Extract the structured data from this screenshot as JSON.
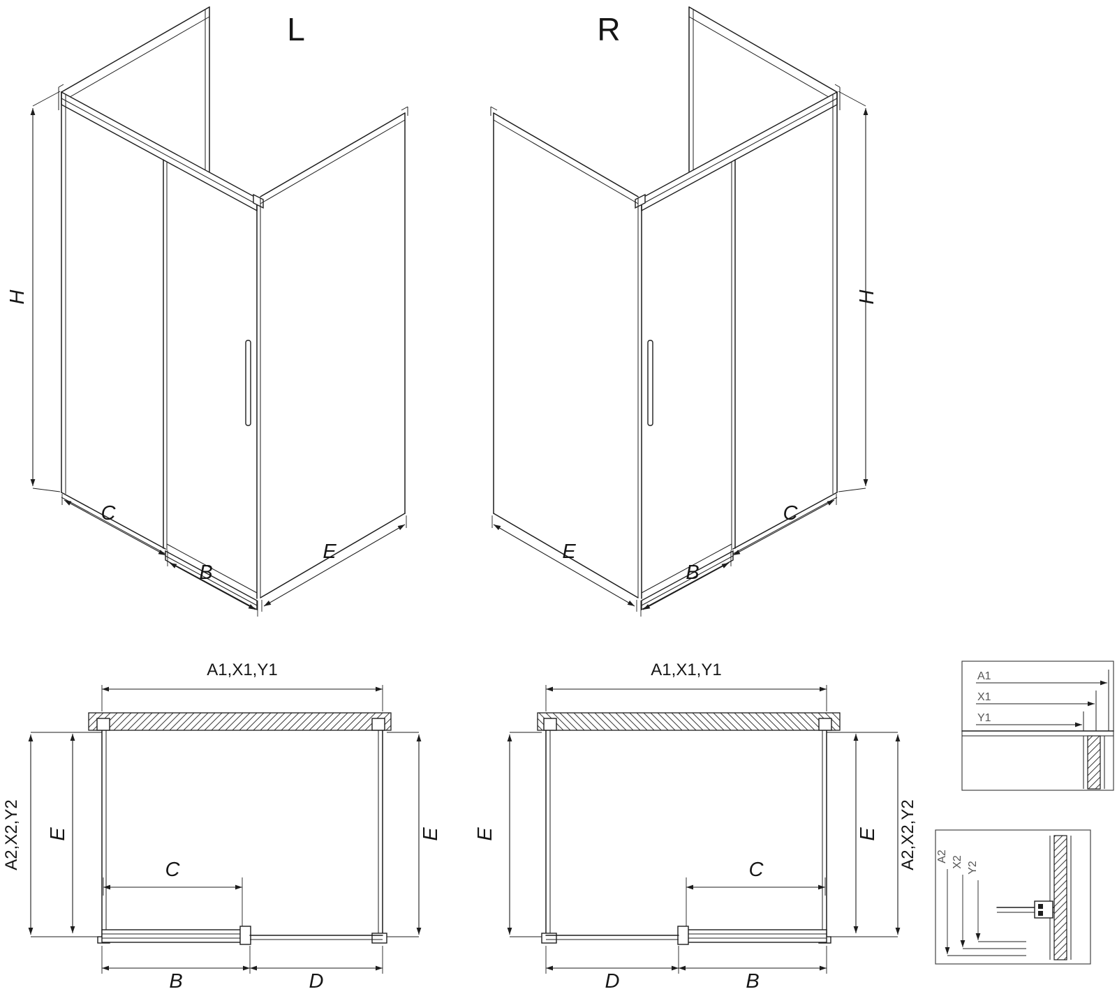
{
  "iso_left": {
    "title": "L",
    "dim_h": "H",
    "dim_c": "C",
    "dim_b": "B",
    "dim_e": "E"
  },
  "iso_right": {
    "title": "R",
    "dim_h": "H",
    "dim_c": "C",
    "dim_b": "B",
    "dim_e": "E"
  },
  "plan_left": {
    "dim_width_top": "A1,X1,Y1",
    "dim_depth_side": "A2,X2,Y2",
    "dim_e_left": "E",
    "dim_e_right": "E",
    "dim_c": "C",
    "dim_b": "B",
    "dim_d": "D"
  },
  "plan_right": {
    "dim_width_top": "A1,X1,Y1",
    "dim_depth_side": "A2,X2,Y2",
    "dim_e_left": "E",
    "dim_e_right": "E",
    "dim_c": "C",
    "dim_b": "B",
    "dim_d": "D"
  },
  "detail_top": {
    "label_a1": "A1",
    "label_x1": "X1",
    "label_y1": "Y1"
  },
  "detail_bottom": {
    "label_a2": "A2",
    "label_x2": "X2",
    "label_y2": "Y2"
  },
  "colors": {
    "line": "#1d1d1d",
    "hatch": "#3a3a3a",
    "background": "#ffffff"
  }
}
